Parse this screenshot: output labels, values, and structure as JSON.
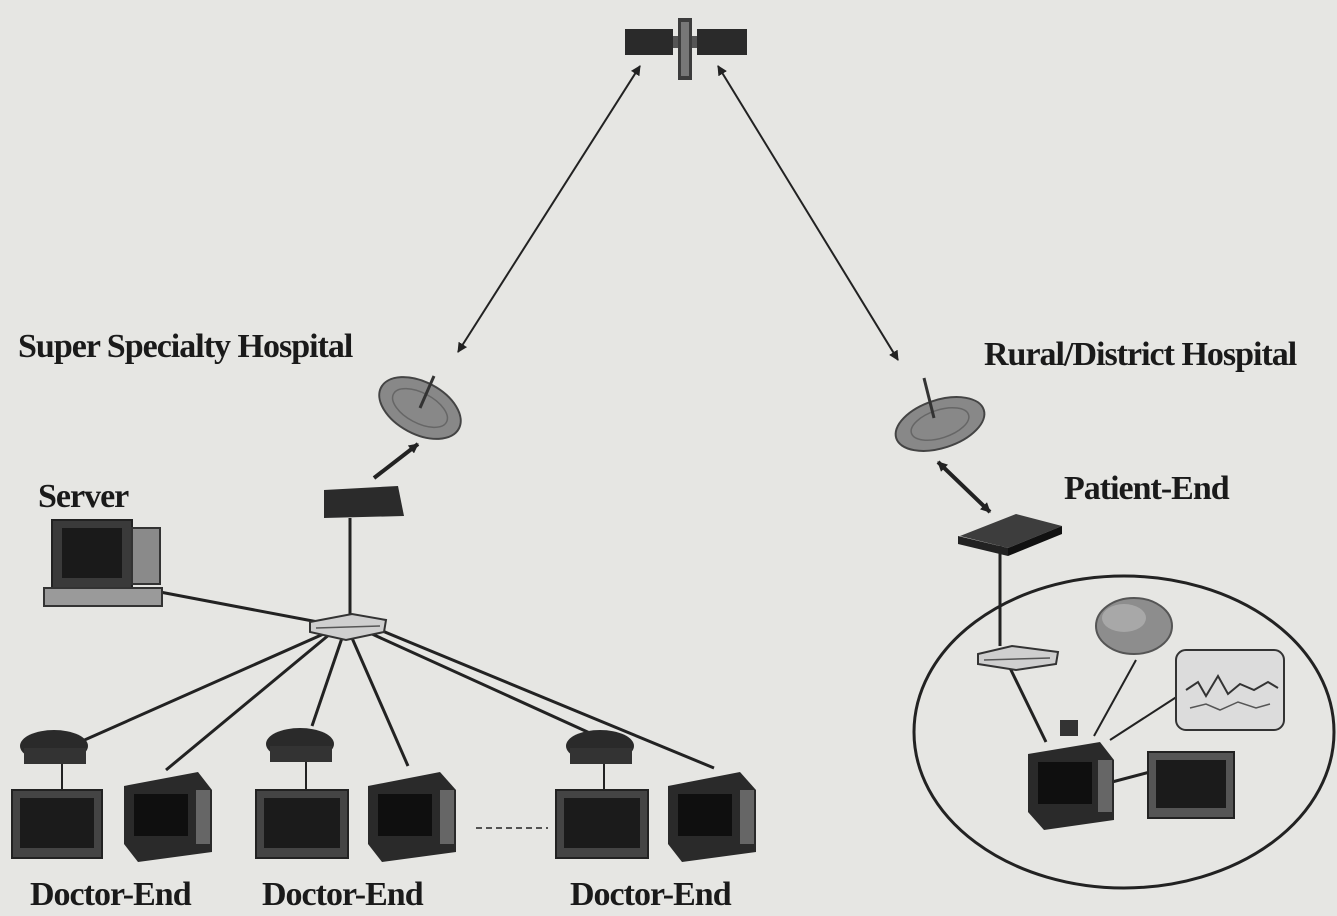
{
  "labels": {
    "super_hospital": "Super Specialty Hospital",
    "rural_hospital": "Rural/District Hospital",
    "server": "Server",
    "patient_end": "Patient-End",
    "doctor_end_1": "Doctor-End",
    "doctor_end_2": "Doctor-End",
    "doctor_end_3": "Doctor-End"
  }
}
